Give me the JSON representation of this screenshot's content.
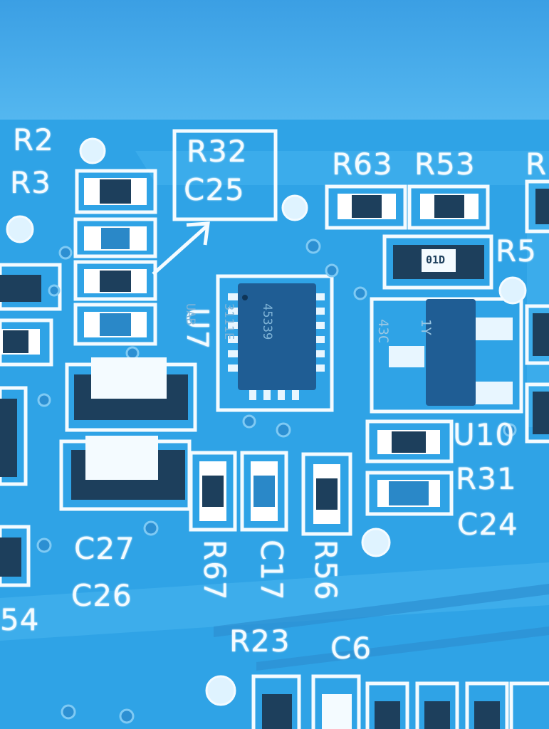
{
  "labels": {
    "r2": "R2",
    "r3": "R3",
    "r32": "R32",
    "c25": "C25",
    "r63": "R63",
    "r53": "R53",
    "r_partial_right": "R",
    "r5_partial": "R5",
    "u7": "U7",
    "u10": "U10",
    "r31": "R31",
    "c24": "C24",
    "c27": "C27",
    "c26": "C26",
    "r67": "R67",
    "c17": "C17",
    "r56": "R56",
    "r23": "R23",
    "c6": "C6",
    "partial_54": "54"
  },
  "chip_u7": {
    "line1": "45339",
    "line2": "3111E",
    "line3": "UAB"
  },
  "chip_u10": {
    "line1": "1Y",
    "line2": "43C"
  },
  "resistor_code": "01D",
  "colors": {
    "board": "#3aa8ea",
    "silkscreen": "#f4fbff",
    "chip_body": "#1f5d94",
    "component_dark": "#1d3f5c",
    "solder_pad": "#e8f6ff"
  }
}
